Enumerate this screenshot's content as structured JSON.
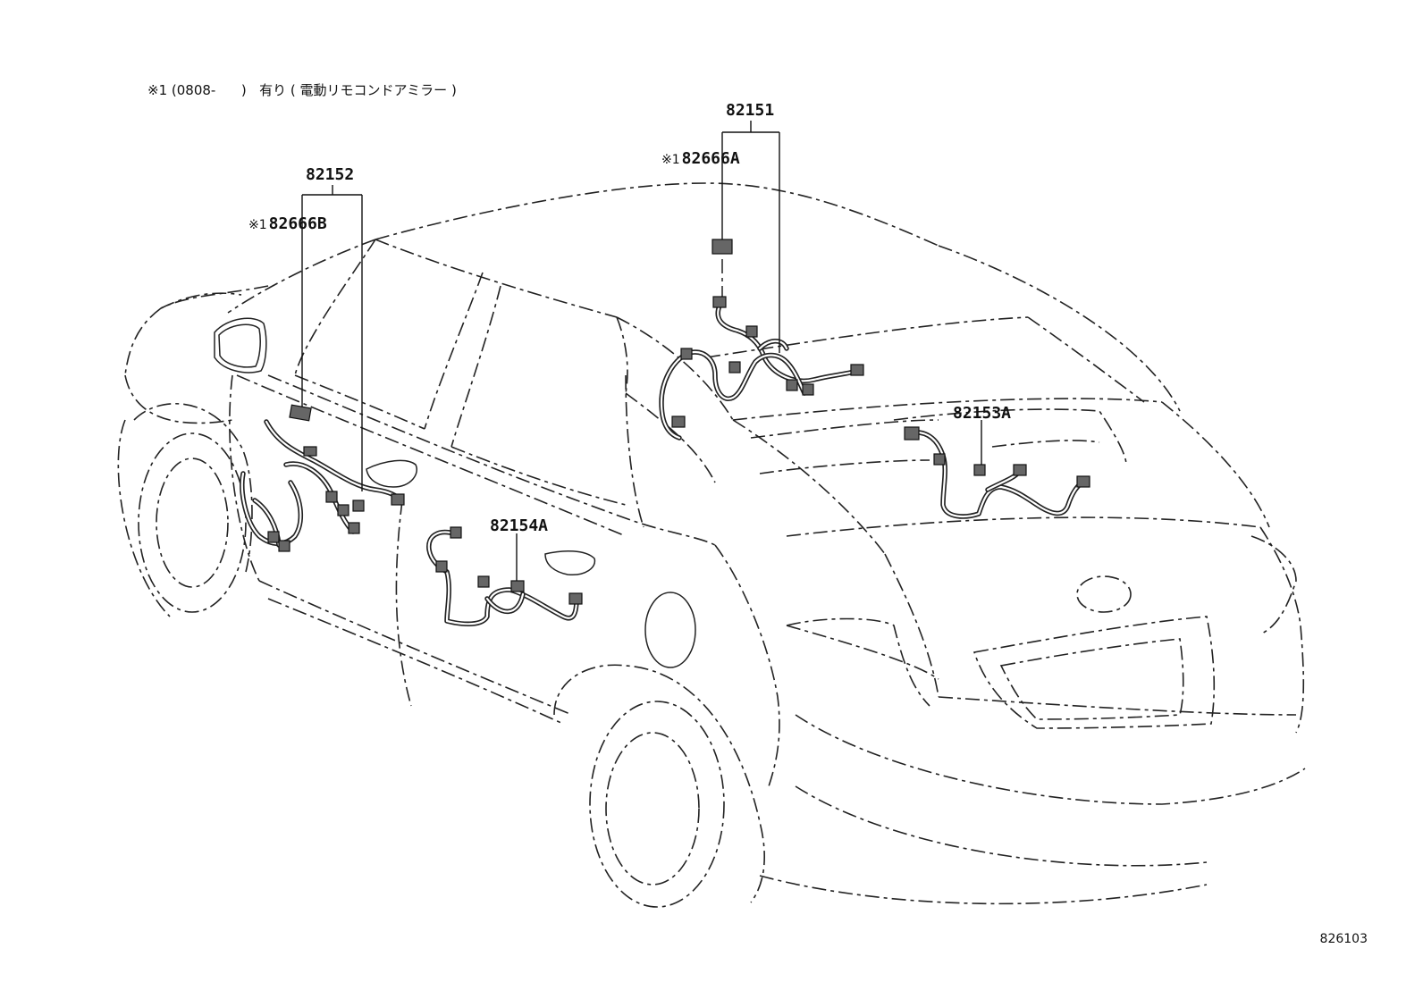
{
  "note": "※1 (0808-      )   有り ( 電動リモコンドアミラー )",
  "figure_id": "826103",
  "labels": {
    "p82151": "82151",
    "p82666a": "82666A",
    "p82152": "82152",
    "p82666b": "82666B",
    "p82153a": "82153A",
    "p82154a": "82154A",
    "mark": "※1"
  }
}
